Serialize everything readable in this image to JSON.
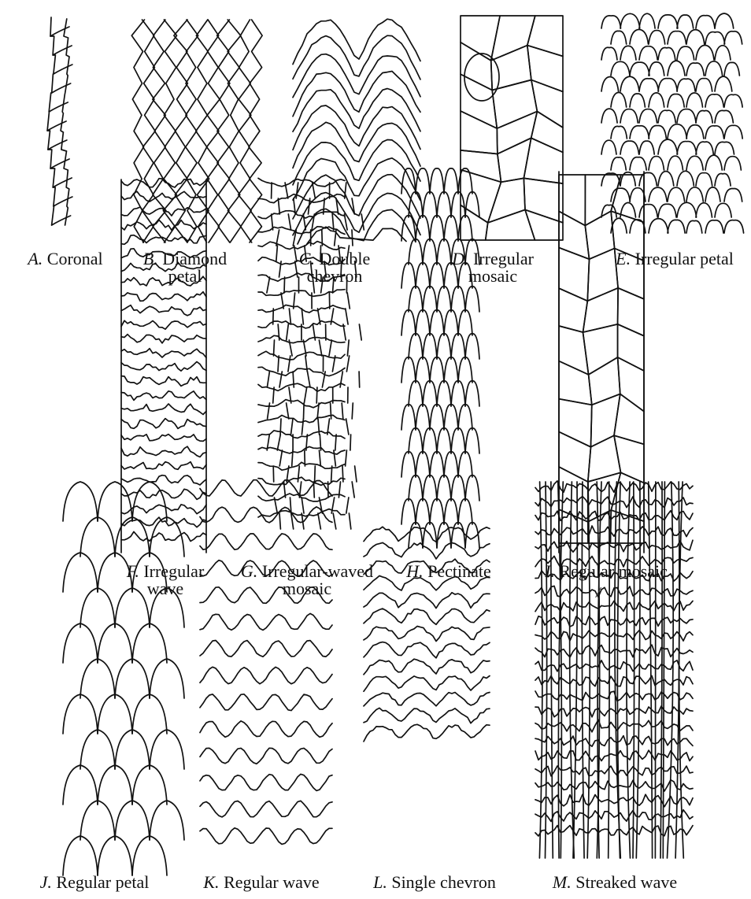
{
  "figure": {
    "panels": [
      {
        "id": "A",
        "letter": "A.",
        "name": "Coronal",
        "name2": ""
      },
      {
        "id": "B",
        "letter": "B.",
        "name": "Diamond",
        "name2": "petal"
      },
      {
        "id": "C",
        "letter": "C.",
        "name": "Double",
        "name2": "chevron"
      },
      {
        "id": "D",
        "letter": "D.",
        "name": "Irregular",
        "name2": "mosaic"
      },
      {
        "id": "E",
        "letter": "E.",
        "name": "Irregular petal",
        "name2": ""
      },
      {
        "id": "F",
        "letter": "F.",
        "name": "Irregular",
        "name2": "wave"
      },
      {
        "id": "G",
        "letter": "G.",
        "name": "Irregular-waved",
        "name2": "mosaic"
      },
      {
        "id": "H",
        "letter": "H.",
        "name": "Pectinate",
        "name2": ""
      },
      {
        "id": "I",
        "letter": "I.",
        "name": "Regular mosaic",
        "name2": ""
      },
      {
        "id": "J",
        "letter": "J.",
        "name": "Regular petal",
        "name2": ""
      },
      {
        "id": "K",
        "letter": "K.",
        "name": "Regular wave",
        "name2": ""
      },
      {
        "id": "L",
        "letter": "L.",
        "name": "Single chevron",
        "name2": ""
      },
      {
        "id": "M",
        "letter": "M.",
        "name": "Streaked wave",
        "name2": ""
      }
    ],
    "stray_mark": "/"
  }
}
